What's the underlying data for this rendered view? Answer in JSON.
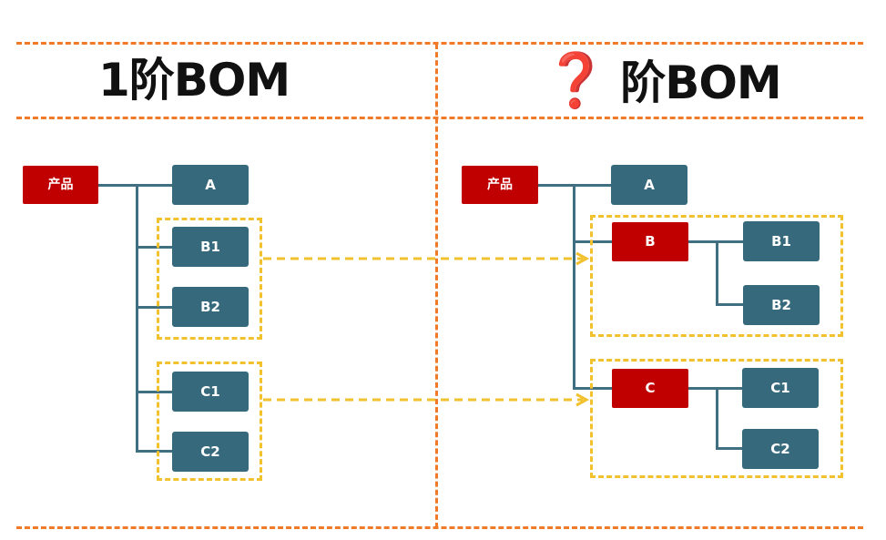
{
  "left_panel": {
    "title_prefix": "1",
    "title_text": "阶BOM",
    "root": "产品",
    "children": [
      "A",
      "B1",
      "B2",
      "C1",
      "C2"
    ]
  },
  "right_panel": {
    "title_mark": "❓",
    "title_text": "阶BOM",
    "root": "产品",
    "child_a": "A",
    "group_b": {
      "parent": "B",
      "children": [
        "B1",
        "B2"
      ]
    },
    "group_c": {
      "parent": "C",
      "children": [
        "C1",
        "C2"
      ]
    }
  },
  "colors": {
    "divider": "#f07a28",
    "group_border": "#f2c12e",
    "node_teal": "#36697c",
    "node_red": "#c00000",
    "question_mark": "#e8151b"
  }
}
